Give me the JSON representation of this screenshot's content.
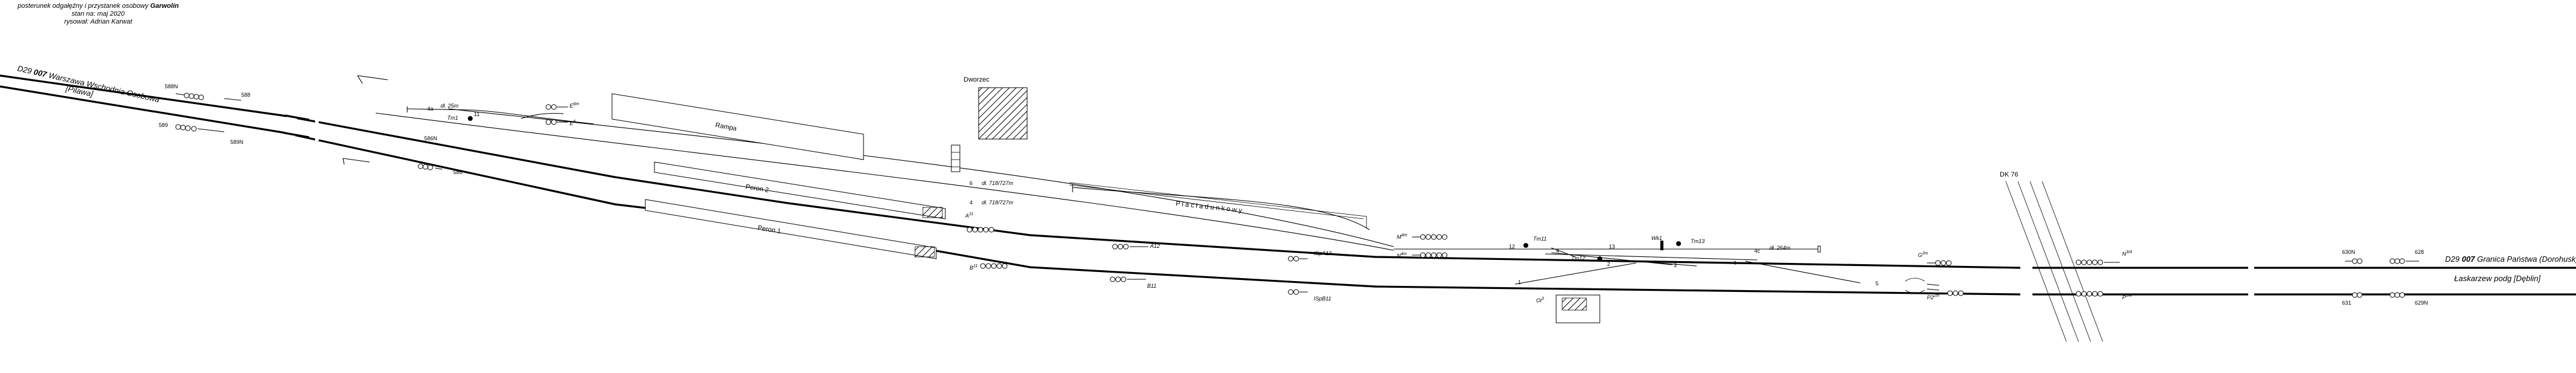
{
  "header": {
    "line1_pre": "posterunek odgałęźny i przystanek osobowy ",
    "line1_station": "Garwolin",
    "line2": "stan na: maj 2020",
    "line3": "rysował: Adrian Karwat"
  },
  "routes": {
    "west_top_label_pre": "D29 ",
    "west_top_label_num": "007",
    "west_top_label_rest": " Warszawa Wschodnia Osobowa",
    "west_bottom_label": "[Pilawa]",
    "east_top_label_pre": "D29 ",
    "east_top_label_num": "007",
    "east_top_label_rest": " Granica Państwa (Dorohusk)",
    "east_bottom_label": "Łaskarzew podg [Dęblin]",
    "road": "DK 76"
  },
  "buildings": {
    "station": "Dworzec",
    "ramp": "Rampa",
    "yard": "P l a c   ł a d u n k o w y"
  },
  "platforms": {
    "p2": "Peron 2",
    "p1": "Peron 1"
  },
  "tracks": {
    "t4a": "4a",
    "t6": "6",
    "t4": "4",
    "t4c": "4c",
    "t11": "11",
    "t12": "12",
    "t13": "13",
    "t1": "1",
    "t2": "2",
    "t3": "3",
    "t5": "5",
    "t4b": "4",
    "dl_4a": "dł. 25m",
    "dl_6": "dł. 718/727m",
    "dl_4": "dł. 718/727m",
    "dl_4c": "dł. 264m"
  },
  "signals": {
    "s588N": "588N",
    "s588": "588",
    "s589": "589",
    "s589N": "589N",
    "s586N": "586N",
    "s586": "586",
    "sTm1": "Tm1",
    "sE2m": "E",
    "sE2m_sup": "6m",
    "sE1": "E",
    "sE1_sup": "6",
    "sA11": "A",
    "sA11_sup": "11",
    "sB11": "B",
    "sB11_sup": "11",
    "sA12": "A12",
    "sB11b": "B11",
    "sISpA12": "ISpA12",
    "sISpB11": "ISpB11",
    "sM4": "M",
    "sM4_sup": "4m",
    "sN4": "N",
    "sN4_sup": "4m",
    "sTm11": "Tm11",
    "sTm12": "Tm12",
    "sTm13": "Tm13",
    "sWk1": "Wk1",
    "sG": "G",
    "sG_sup": "2m",
    "sP2": "P2",
    "sP2_sup": "2m",
    "sN": "N",
    "sN_sup": "3/4",
    "sP": "P",
    "sP_sup": "3/4",
    "s630N": "630N",
    "s628": "628",
    "s631": "631",
    "s629N": "629N",
    "sOi": "Oi",
    "sOi_sup": "3"
  }
}
